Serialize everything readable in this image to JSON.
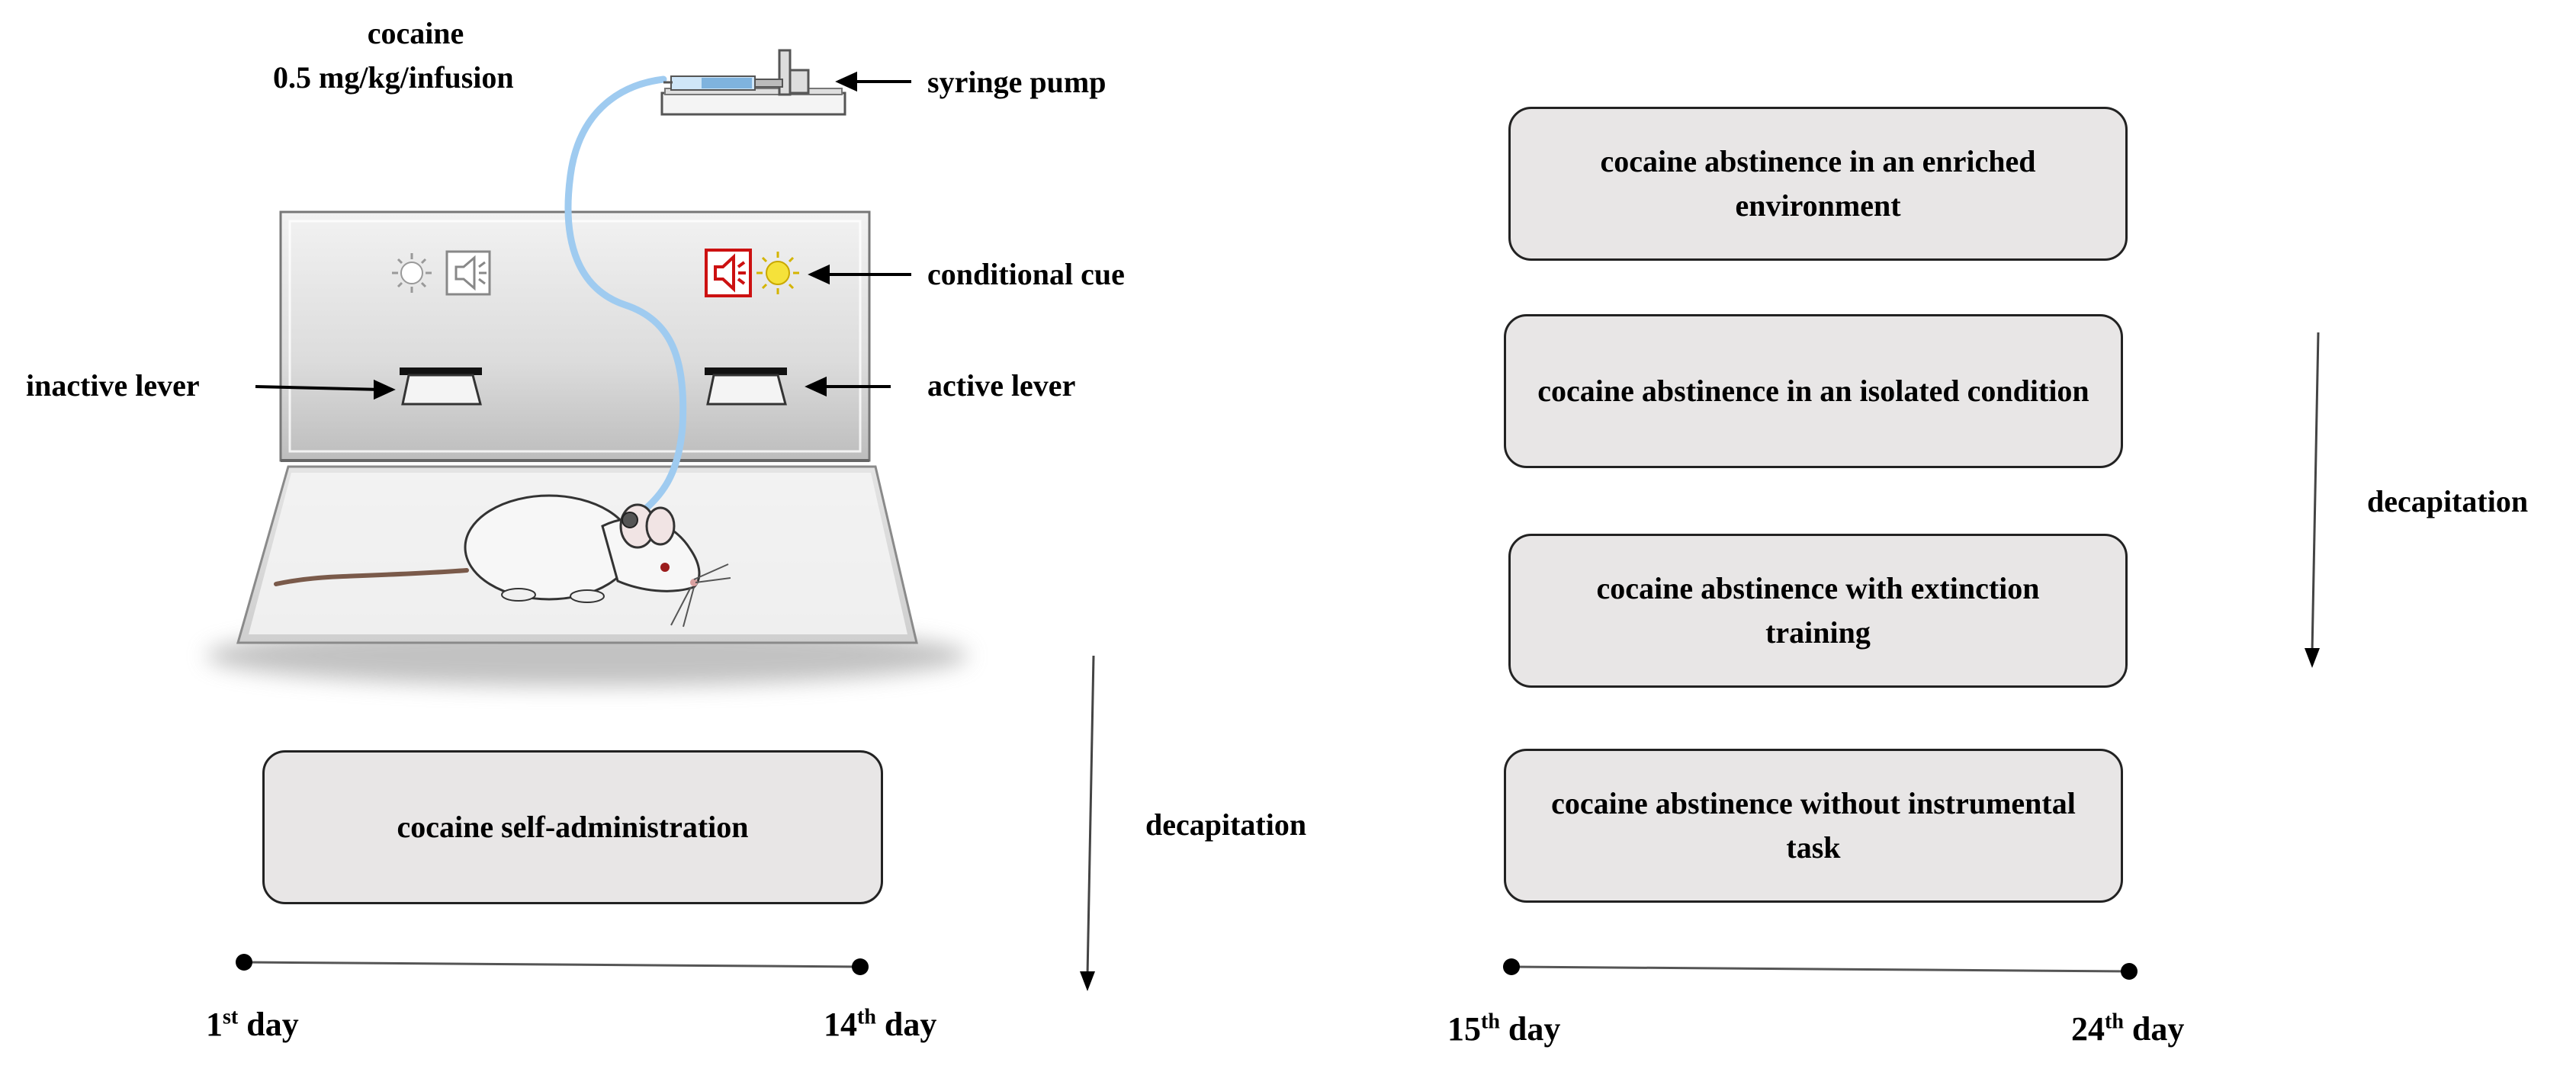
{
  "apparatus": {
    "drug_name": "cocaine",
    "drug_dose": "0.5 mg/kg/infusion",
    "syringe_pump_label": "syringe pump",
    "conditional_cue_label": "conditional cue",
    "inactive_lever_label": "inactive lever",
    "active_lever_label": "active lever"
  },
  "phase1": {
    "box_label": "cocaine self-administration",
    "decapitation_label": "decapitation",
    "start_day": {
      "num": "1",
      "suffix": "st",
      "word": " day"
    },
    "end_day": {
      "num": "14",
      "suffix": "th",
      "word": " day"
    }
  },
  "phase2": {
    "boxes": [
      {
        "label": "cocaine abstinence in an enriched environment"
      },
      {
        "label": "cocaine abstinence in an isolated condition"
      },
      {
        "label": "cocaine abstinence with extinction training"
      },
      {
        "label": "cocaine abstinence without instrumental task"
      }
    ],
    "decapitation_label": "decapitation",
    "start_day": {
      "num": "15",
      "suffix": "th",
      "word": " day"
    },
    "end_day": {
      "num": "24",
      "suffix": "th",
      "word": " day"
    }
  },
  "colors": {
    "box_fill": "#e8e6e6",
    "tubing": "#9fcbf0",
    "speaker_red": "#cc1111",
    "light_yellow": "#f5e23a"
  }
}
